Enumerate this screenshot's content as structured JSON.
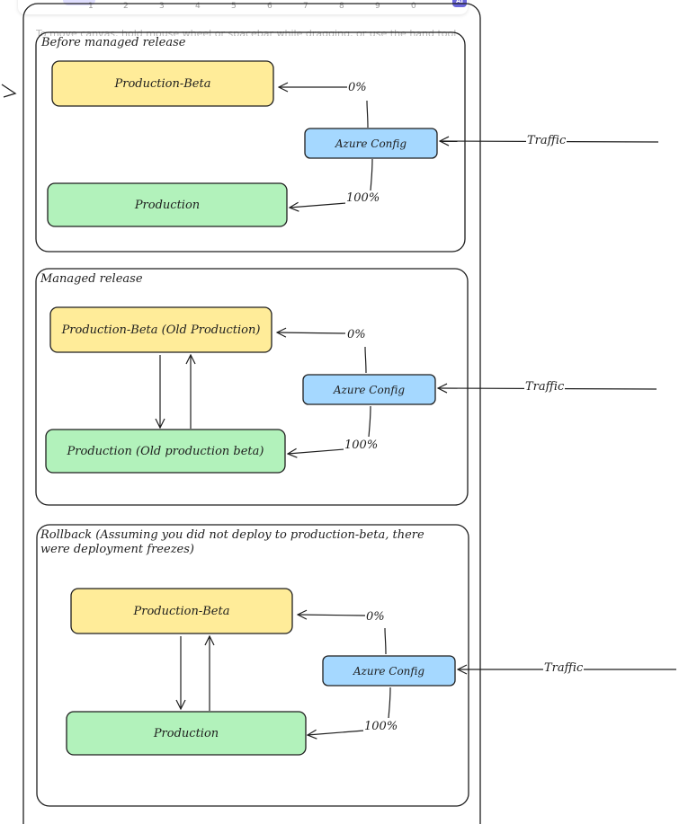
{
  "toolbar": {
    "tools": [
      "1",
      "2",
      "3",
      "4",
      "5",
      "6",
      "7",
      "8",
      "9",
      "0"
    ],
    "ai_badge": "AI"
  },
  "hint": "To move canvas, hold mouse wheel or spacebar while dragging, or use the hand tool",
  "colors": {
    "beta": "#ffec99",
    "production": "#b2f2bb",
    "config": "#a5d8ff",
    "stroke": "#1e1e1e"
  },
  "sections": [
    {
      "title": "Before managed release",
      "beta_label": "Production-Beta",
      "prod_label": "Production",
      "config_label": "Azure Config",
      "beta_pct": "0%",
      "prod_pct": "100%",
      "traffic_label": "Traffic"
    },
    {
      "title": "Managed release",
      "beta_label": "Production-Beta (Old Production)",
      "prod_label": "Production (Old production beta)",
      "config_label": "Azure Config",
      "beta_pct": "0%",
      "prod_pct": "100%",
      "traffic_label": "Traffic"
    },
    {
      "title": "Rollback (Assuming you did not deploy to production-beta, there were deployment freezes)",
      "beta_label": "Production-Beta",
      "prod_label": "Production",
      "config_label": "Azure Config",
      "beta_pct": "0%",
      "prod_pct": "100%",
      "traffic_label": "Traffic"
    }
  ]
}
